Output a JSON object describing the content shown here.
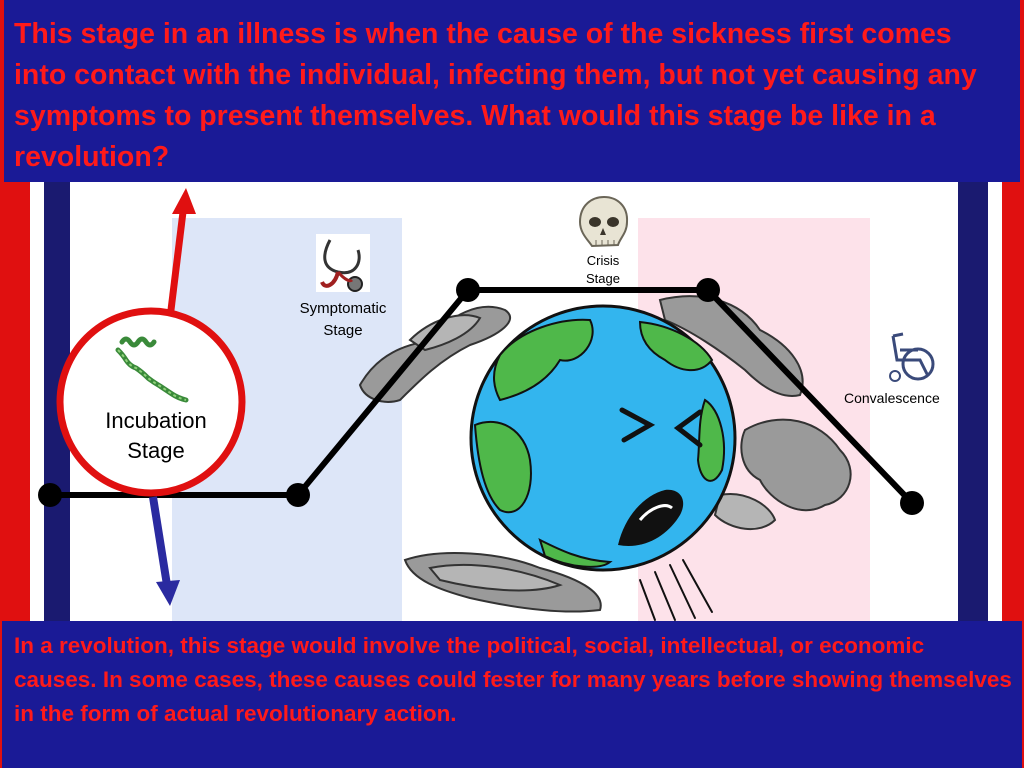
{
  "question": "This stage in an illness is when the cause of the sickness first comes into contact with the individual, infecting them, but not yet causing any symptoms to present themselves. What would this stage be like in a revolution?",
  "answer": "In a revolution, this stage would involve the political, social,  intellectual, or economic causes.  In some cases, these causes could fester for many years before showing themselves in the form of actual revolutionary action.",
  "stages": {
    "incubation": [
      "Incubation",
      "Stage"
    ],
    "symptomatic": [
      "Symptomatic",
      "Stage"
    ],
    "crisis": [
      "Crisis",
      "Stage"
    ],
    "convalescence": "Convalescence"
  },
  "icons": {
    "incubation": "bacteria-icon",
    "symptomatic": "stethoscope-icon",
    "crisis": "skull-icon",
    "convalescence": "wheelchair-icon",
    "center": "sick-earth-icon"
  },
  "colors": {
    "panel": "#1a1a96",
    "panel_text": "#ff1a1a",
    "stripe_red": "#e01010",
    "stripe_blue": "#1a1a70",
    "symptomatic_zone": "#dde6f8",
    "crisis_zone": "#fde2ea",
    "highlight_circle": "#e01010",
    "up_arrow": "#e01010",
    "down_arrow": "#2a2aa0",
    "earth_ocean": "#33b5ee",
    "earth_land": "#4fb84a"
  }
}
